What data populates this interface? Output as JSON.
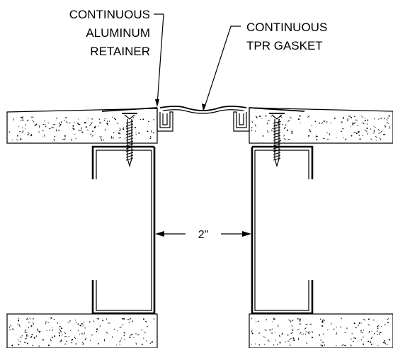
{
  "labels": {
    "retainer": [
      "CONTINUOUS",
      "ALUMINUM",
      "RETAINER"
    ],
    "gasket": [
      "CONTINUOUS",
      "TPR GASKET"
    ]
  },
  "dimension": {
    "gap_label": "2\""
  }
}
